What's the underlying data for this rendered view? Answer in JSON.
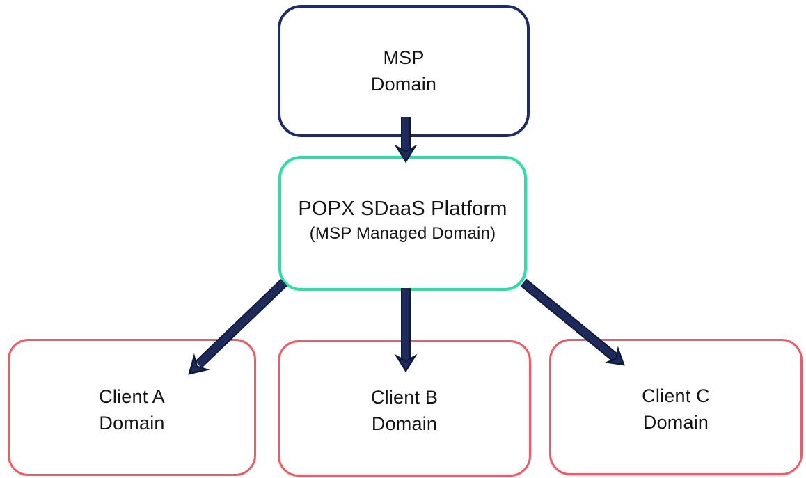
{
  "colors": {
    "background": "#ffffff",
    "msp_border": "#1d2a6b",
    "platform_border": "#23e2a4",
    "client_border": "#fa5560",
    "arrow_fill": "#1e2a5c",
    "arrow_outline": "#0d1b3a",
    "text": "#141414"
  },
  "diagram": {
    "nodes": {
      "msp": {
        "line1": "MSP",
        "line2": "Domain"
      },
      "platform": {
        "title": "POPX SDaaS Platform",
        "subtitle": "(MSP Managed Domain)"
      },
      "client_a": {
        "line1": "Client A",
        "line2": "Domain"
      },
      "client_b": {
        "line1": "Client B",
        "line2": "Domain"
      },
      "client_c": {
        "line1": "Client C",
        "line2": "Domain"
      }
    },
    "connectors": [
      {
        "from": "MSP Domain",
        "to": "POPX SDaaS Platform",
        "direction": "down"
      },
      {
        "from": "POPX SDaaS Platform",
        "to": "Client A Domain",
        "direction": "down-left"
      },
      {
        "from": "POPX SDaaS Platform",
        "to": "Client B Domain",
        "direction": "down"
      },
      {
        "from": "POPX SDaaS Platform",
        "to": "Client C Domain",
        "direction": "down-right"
      }
    ]
  }
}
